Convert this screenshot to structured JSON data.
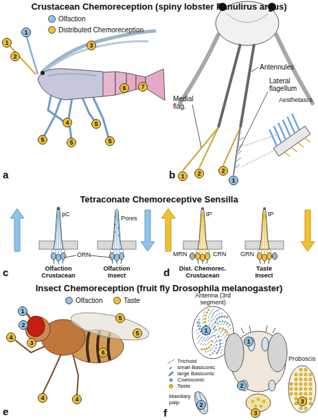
{
  "diagram": {
    "nodes": [
      {
        "text": [
          "1"
        ]
      },
      {
        "text": [
          "1"
        ]
      },
      {
        "text": [
          "2"
        ]
      },
      {
        "text": [
          "3"
        ]
      },
      {
        "text": [
          "6"
        ]
      },
      {
        "text": [
          "7"
        ]
      },
      {
        "text": [
          "4"
        ]
      },
      {
        "text": [
          "5"
        ]
      },
      {
        "text": [
          "5"
        ]
      },
      {
        "text": [
          "5"
        ]
      },
      {
        "text": [
          "5"
        ]
      },
      {
        "text": [
          "1"
        ]
      },
      {
        "text": [
          "2"
        ]
      },
      {
        "text": [
          "2"
        ]
      },
      {
        "text": [
          "1"
        ]
      },
      {
        "text": [
          "1"
        ]
      },
      {
        "text": [
          "2"
        ]
      },
      {
        "text": [
          "3"
        ]
      },
      {
        "text": [
          "4"
        ]
      },
      {
        "text": [
          "4"
        ]
      },
      {
        "text": [
          "4"
        ]
      },
      {
        "text": [
          "5"
        ]
      },
      {
        "text": [
          "5"
        ]
      },
      {
        "text": [
          "6"
        ]
      },
      {
        "text": [
          "1"
        ]
      },
      {
        "text": [
          "1"
        ]
      },
      {
        "text": [
          "2"
        ]
      },
      {
        "text": [
          "3"
        ]
      },
      {
        "text": [
          "2"
        ]
      },
      {
        "text": [
          "3"
        ]
      }
    ],
    "labels": [
      "Crustacean Chemoreception (spiny lobster Panulirus argus)",
      "Antennules",
      "Lateral flagellum",
      "Medial flag.",
      "Aesthetascs",
      "a",
      "b",
      "Tetraconate Chemoreceptive Sensilla",
      "pC",
      "Pores",
      "ORN",
      "Olfaction Crustacean",
      "Olfaction Insect",
      "c",
      "tP",
      "tP",
      "MRN",
      "CRN",
      "GRN",
      "Dist. Chemorec. Crustacean",
      "Taste Insect",
      "d",
      "Insect Chemoreception (fruit fly Drosophila melanogaster)",
      "e",
      "Antenna (3rd segment)",
      "Maxillary palp",
      "Proboscis",
      "f"
    ],
    "legend": [
      {
        "text": "Olfaction",
        "color": "#8fc3e6"
      },
      {
        "text": "Distributed Chemoreception",
        "color": "#f2c12e"
      },
      {
        "text": "Olfaction",
        "color": "#8fc3e6"
      },
      {
        "text": "Taste",
        "color": "#f2c12e"
      },
      {
        "text": "Trichoid"
      },
      {
        "text": "small Basiconic"
      },
      {
        "text": "large Basiconic"
      },
      {
        "text": "Coeloconic"
      },
      {
        "text": "Taste"
      }
    ]
  }
}
